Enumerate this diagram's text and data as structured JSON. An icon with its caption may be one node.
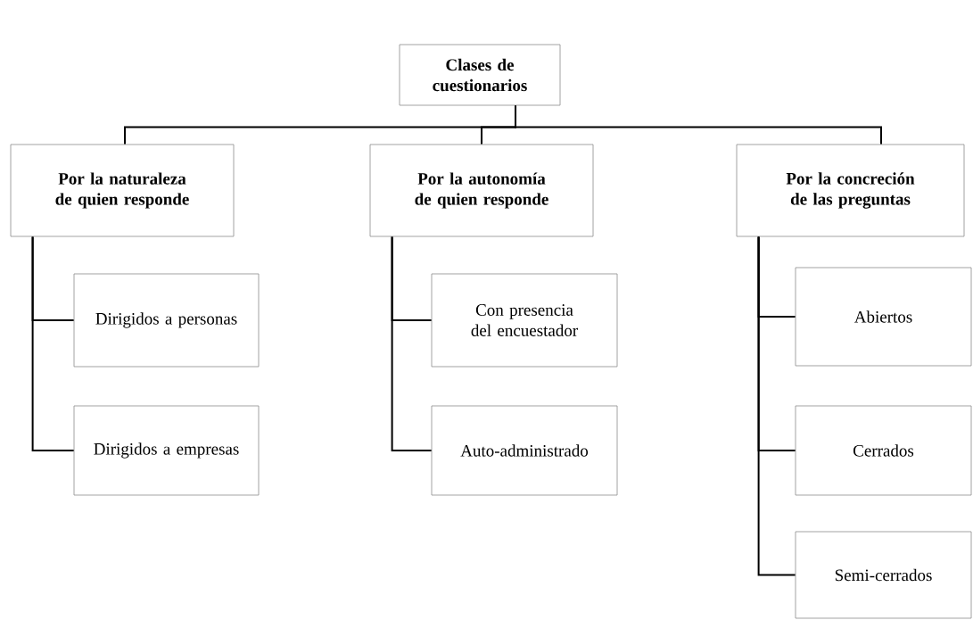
{
  "diagram": {
    "nodes": [
      {
        "text": [
          "Clases de cuestionarios"
        ]
      },
      {
        "text": [
          "Por la naturaleza de quien responde"
        ]
      },
      {
        "text": [
          "Por la autonomía de quien responde"
        ]
      },
      {
        "text": [
          "Por la concreción de las preguntas"
        ]
      },
      {
        "text": [
          "Dirigidos a personas"
        ]
      },
      {
        "text": [
          "Dirigidos a empresas"
        ]
      },
      {
        "text": [
          "Con presencia del encuestador"
        ]
      },
      {
        "text": [
          "Auto-administrado"
        ]
      },
      {
        "text": [
          "Abiertos"
        ]
      },
      {
        "text": [
          "Cerrados"
        ]
      },
      {
        "text": [
          "Semi-cerrados"
        ]
      }
    ],
    "edges": [
      {
        "from": 0,
        "to": 1,
        "arrow": "none"
      },
      {
        "from": 0,
        "to": 2,
        "arrow": "none"
      },
      {
        "from": 0,
        "to": 3,
        "arrow": "none"
      },
      {
        "from": 1,
        "to": 4,
        "arrow": "none"
      },
      {
        "from": 1,
        "to": 5,
        "arrow": "none"
      },
      {
        "from": 2,
        "to": 6,
        "arrow": "none"
      },
      {
        "from": 2,
        "to": 7,
        "arrow": "none"
      },
      {
        "from": 3,
        "to": 8,
        "arrow": "none"
      },
      {
        "from": 3,
        "to": 9,
        "arrow": "none"
      },
      {
        "from": 3,
        "to": 10,
        "arrow": "none"
      }
    ]
  }
}
